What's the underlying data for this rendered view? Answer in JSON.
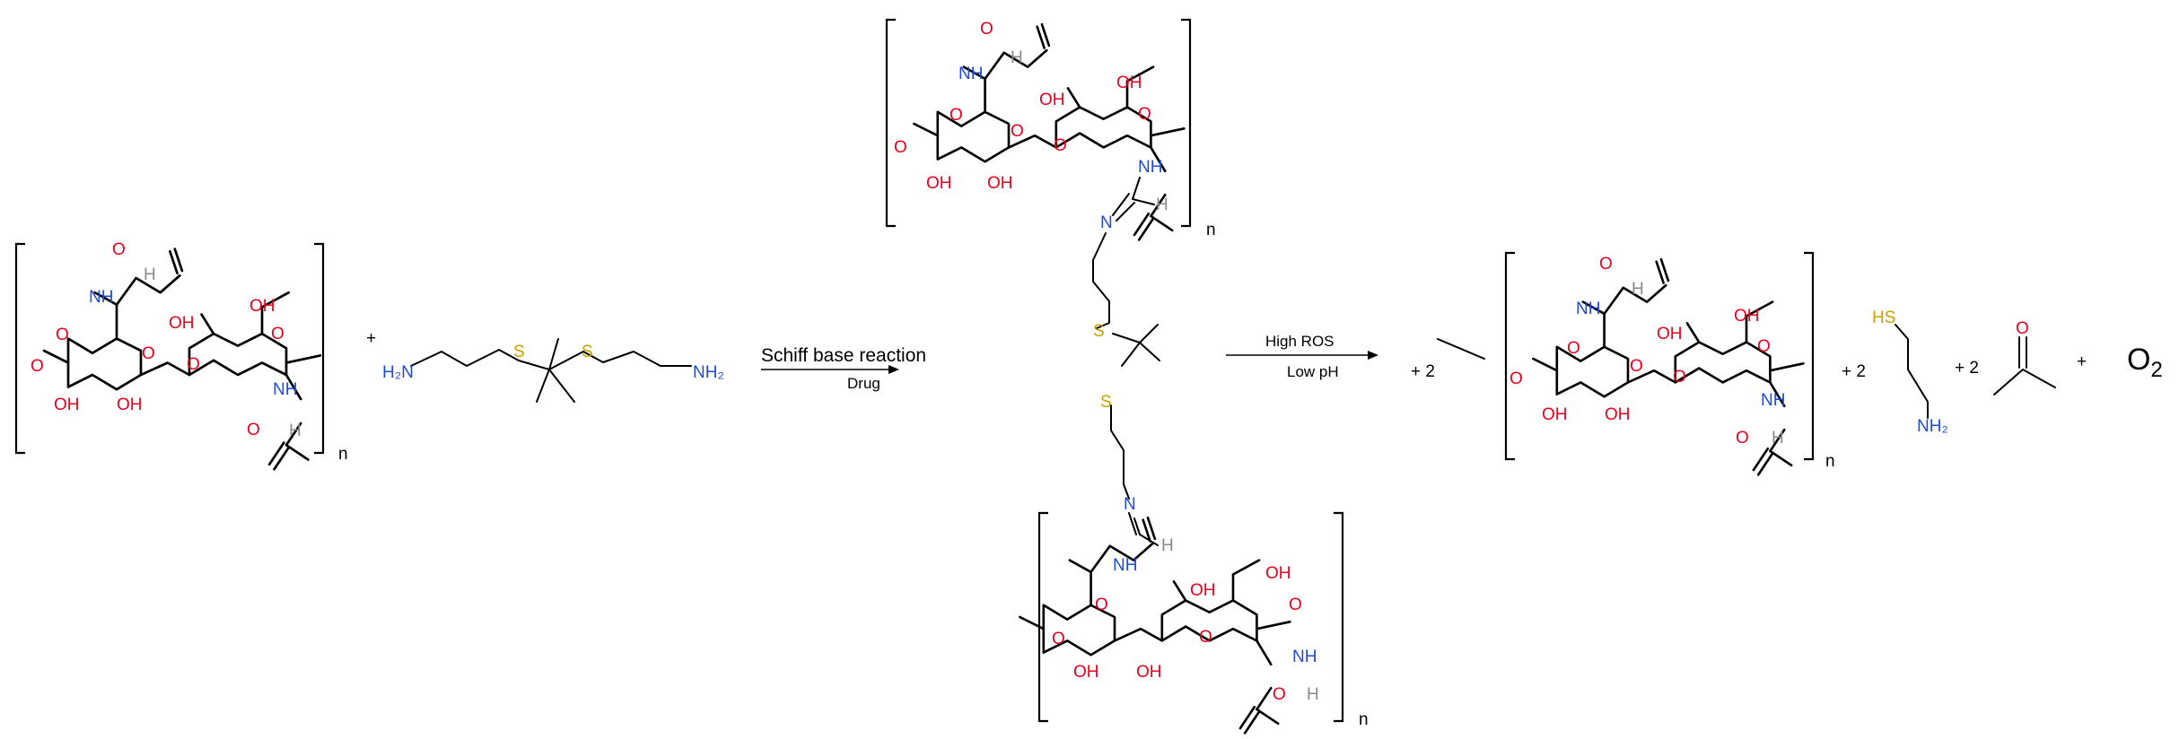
{
  "colors": {
    "oxygen": "#e8001c",
    "nitrogen": "#1f4bd8",
    "hydrogen": "#8a8a8a",
    "sulfur": "#c8a000",
    "bond": "#000000"
  },
  "atoms": {
    "O": "O",
    "OH": "OH",
    "NH": "NH",
    "N": "N",
    "H": "H",
    "S": "S",
    "HS": "HS",
    "H2N": "H₂N",
    "NH2": "NH₂"
  },
  "polymer": {
    "repeat": "n"
  },
  "reactants": {
    "plus": "+"
  },
  "arrow1": {
    "top_label": "Schiff base reaction",
    "bottom_label": "Drug"
  },
  "arrow2": {
    "top_label": "High ROS",
    "bottom_label": "Low pH"
  },
  "products": {
    "coef_polymer": "+ 2",
    "coef_thiol": "+ 2",
    "coef_acetone": "+ 2",
    "plus_o2": "+",
    "o2": "O",
    "o2_sub": "2"
  }
}
